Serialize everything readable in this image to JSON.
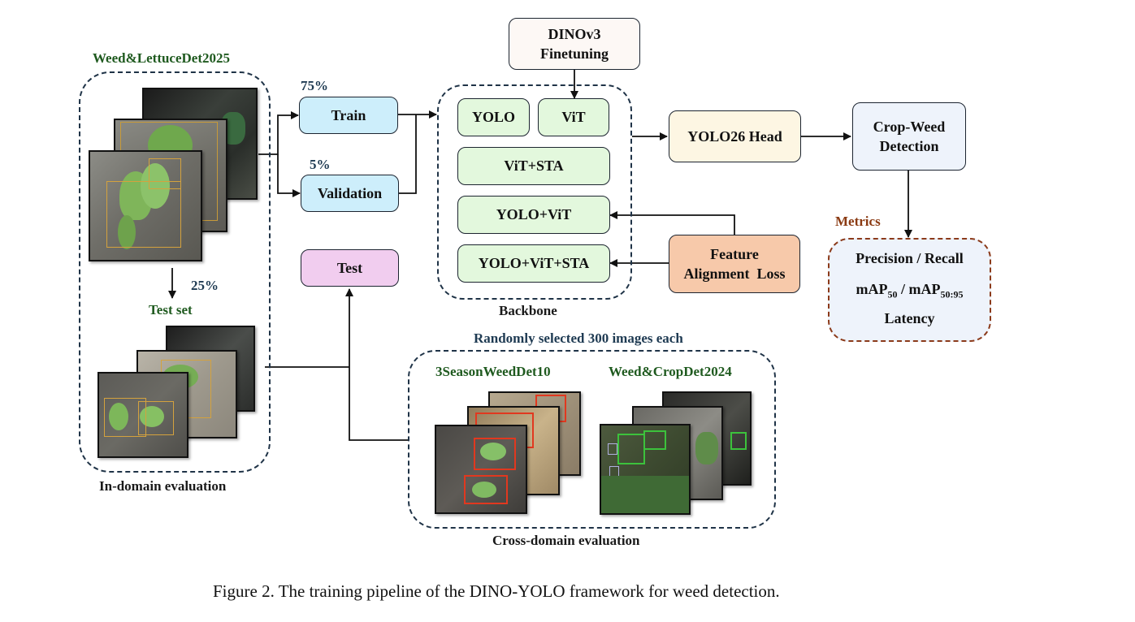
{
  "labels": {
    "train_dataset": "Weed&LettuceDet2025",
    "pct_train": "75%",
    "pct_val": "5%",
    "pct_test": "25%",
    "test_set": "Test set",
    "in_domain": "In-domain evaluation",
    "backbone": "Backbone",
    "metrics": "Metrics",
    "random_note": "Randomly selected 300 images each",
    "season_dataset": "3SeasonWeedDet10",
    "crop_dataset": "Weed&CropDet2024",
    "cross_domain": "Cross-domain evaluation"
  },
  "boxes": {
    "train": "Train",
    "validation": "Validation",
    "test": "Test",
    "dino_line1": "DINOv3",
    "dino_line2": "Finetuning",
    "yolo": "YOLO",
    "vit": "ViT",
    "vit_sta": "ViT+STA",
    "yolo_vit": "YOLO+ViT",
    "yolo_vit_sta": "YOLO+ViT+STA",
    "head": "YOLO26 Head",
    "detect_line1": "Crop-Weed",
    "detect_line2": "Detection",
    "fal_line1": "Feature",
    "fal_line2": "Alignment  Loss"
  },
  "metrics": {
    "precision_recall": "Precision / Recall",
    "map_prefix": "mAP",
    "map_sub1": "50",
    "map_mid": " / mAP",
    "map_sub2": "50:95",
    "latency": "Latency"
  },
  "caption": "Figure 2. The training pipeline of the DINO-YOLO framework for weed detection.",
  "colors": {
    "train_box": "#cdeefb",
    "backbone_box": "#e3f8dd",
    "head_box": "#fdf6e3",
    "test_box": "#f1cdef",
    "loss_box": "#f7c9aa",
    "detection_box": "#eef3fb",
    "green_text": "#1f5a1f",
    "brown_text": "#8a3a12"
  }
}
